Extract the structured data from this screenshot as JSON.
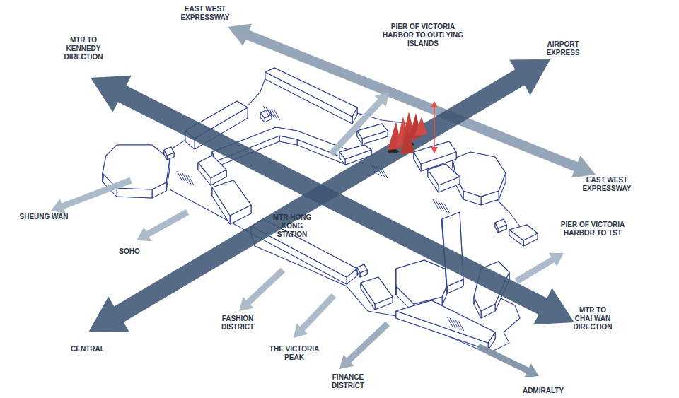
{
  "diagram": {
    "labels": [
      "EAST WEST EXPRESSWAY",
      "MTR TO KENNEDY DIRECTION",
      "PIER OF VICTORIA HARBOR TO OUTLYING ISLANDS",
      "AIRPORT EXPRESS",
      "EAST WEST EXPRESSWAY",
      "SHEUNG WAN",
      "SOHO",
      "MTR HONG KONG STATION",
      "PIER OF VICTORIA HARBOR TO TST",
      "MTR TO CHAI WAN DIRECTION",
      "FASHION DISTRICT",
      "THE VICTORIA PEAK",
      "FINANCE DISTRICT",
      "CENTRAL",
      "ADMIRALTY"
    ]
  }
}
